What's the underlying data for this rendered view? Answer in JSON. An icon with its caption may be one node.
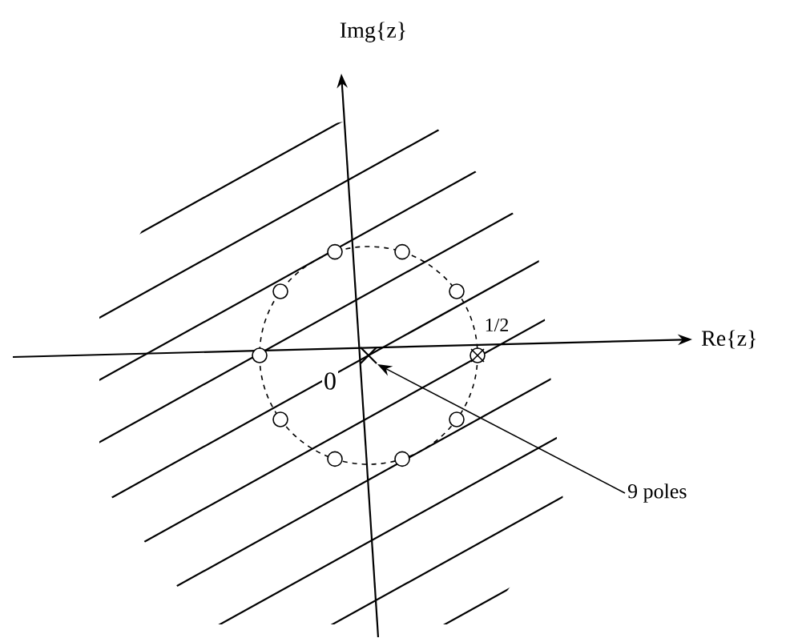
{
  "diagram": {
    "nodes": [
      {
        "text": [
          "9 poles"
        ]
      },
      {
        "text": [],
        "shape": "cross"
      }
    ],
    "edges": [
      {
        "from": 0,
        "to": 1,
        "arrow": "to"
      }
    ],
    "labels": [
      "Img{z}",
      "Re{z}",
      "0",
      "1/2"
    ]
  }
}
